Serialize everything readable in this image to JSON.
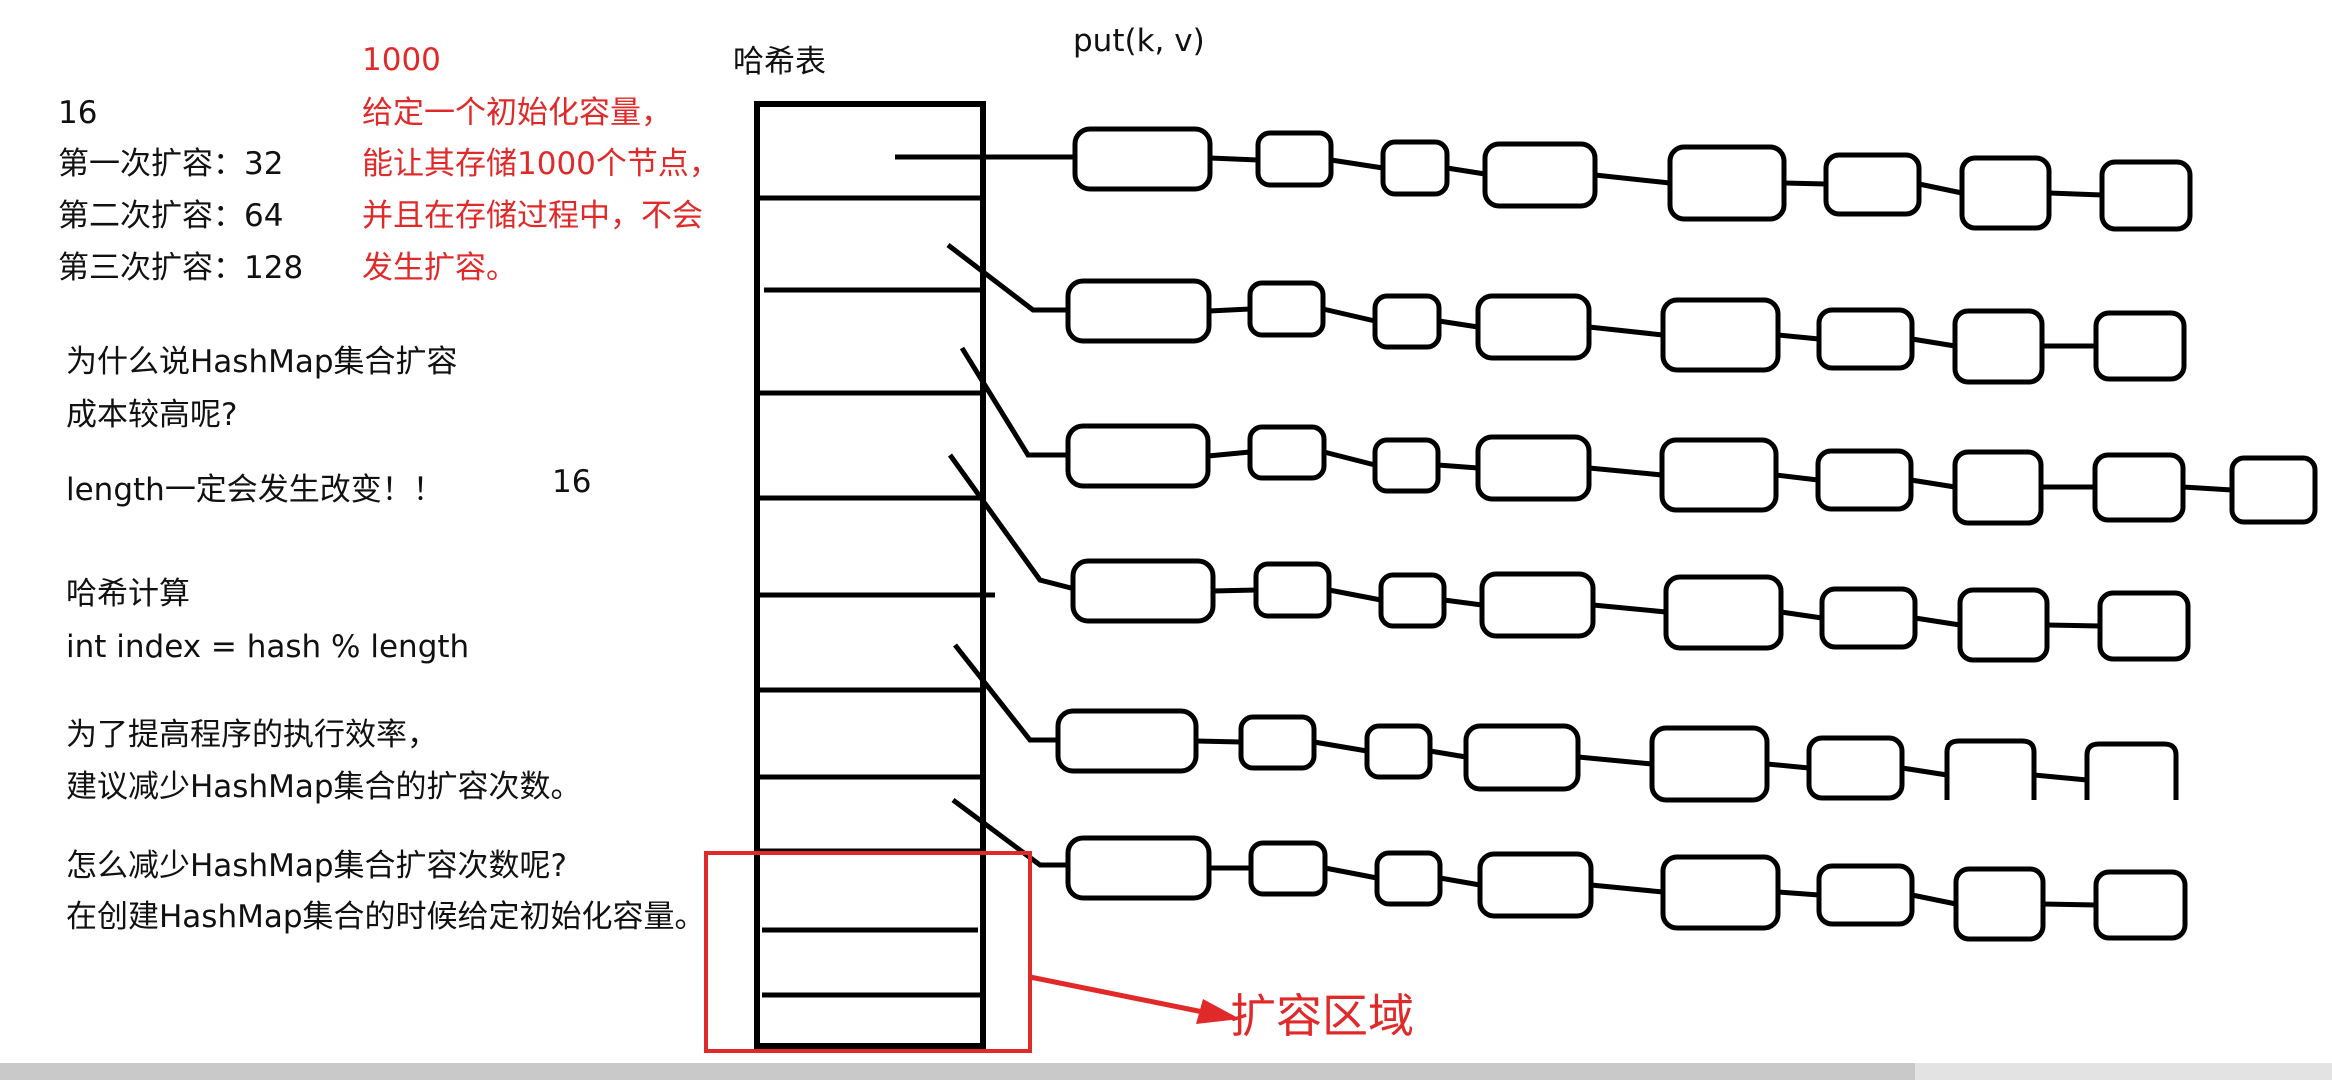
{
  "left_notes": {
    "initial": "16",
    "expand1": "第一次扩容：32",
    "expand2": "第二次扩容：64",
    "expand3": "第三次扩容：128",
    "q_line1": "为什么说HashMap集合扩容",
    "q_line2": "成本较高呢?",
    "length_change": "length一定会发生改变！！",
    "length_value": "16",
    "hash_calc_title": "哈希计算",
    "hash_formula": "int index = hash % length",
    "efficiency_line1": "为了提高程序的执行效率，",
    "efficiency_line2": "建议减少HashMap集合的扩容次数。",
    "reduce_line1": "怎么减少HashMap集合扩容次数呢?",
    "reduce_line2": "在创建HashMap集合的时候给定初始化容量。"
  },
  "red_notes": {
    "capacity": "1000",
    "line1": "给定一个初始化容量，",
    "line2": "能让其存储1000个节点，",
    "line3": "并且在存储过程中，不会",
    "line4": "发生扩容。"
  },
  "diagram": {
    "table_title": "哈希表",
    "put_label": "put(k, v)",
    "expand_region_label": "扩容区域",
    "colors": {
      "ink": "#000000",
      "highlight": "#e02a2a"
    }
  }
}
